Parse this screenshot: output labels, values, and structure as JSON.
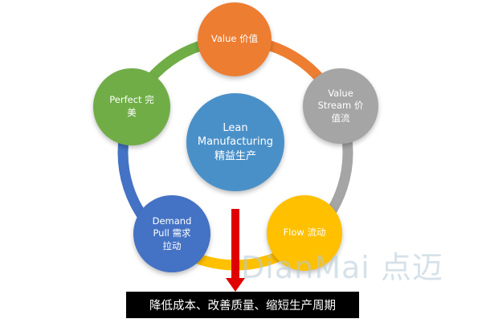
{
  "diagram": {
    "center": {
      "line1": "Lean",
      "line2": "Manufacturing",
      "line3": "精益生产",
      "color": "#4a90c8"
    },
    "nodes": {
      "value": {
        "line1": "Value 价值",
        "color": "#ed7d31"
      },
      "stream": {
        "line1": "Value",
        "line2": "Stream 价",
        "line3": "值流",
        "color": "#a5a5a5"
      },
      "flow": {
        "line1": "Flow 流动",
        "color": "#ffc000"
      },
      "demand": {
        "line1": "Demand",
        "line2": "Pull 需求",
        "line3": "拉动",
        "color": "#4472c4"
      },
      "perfect": {
        "line1": "Perfect 完",
        "line2": "美",
        "color": "#70ad47"
      }
    },
    "arrow_color": "#e00000",
    "banner": "降低成本、改善质量、缩短生产周期"
  },
  "watermark": "DianMai 点迈"
}
